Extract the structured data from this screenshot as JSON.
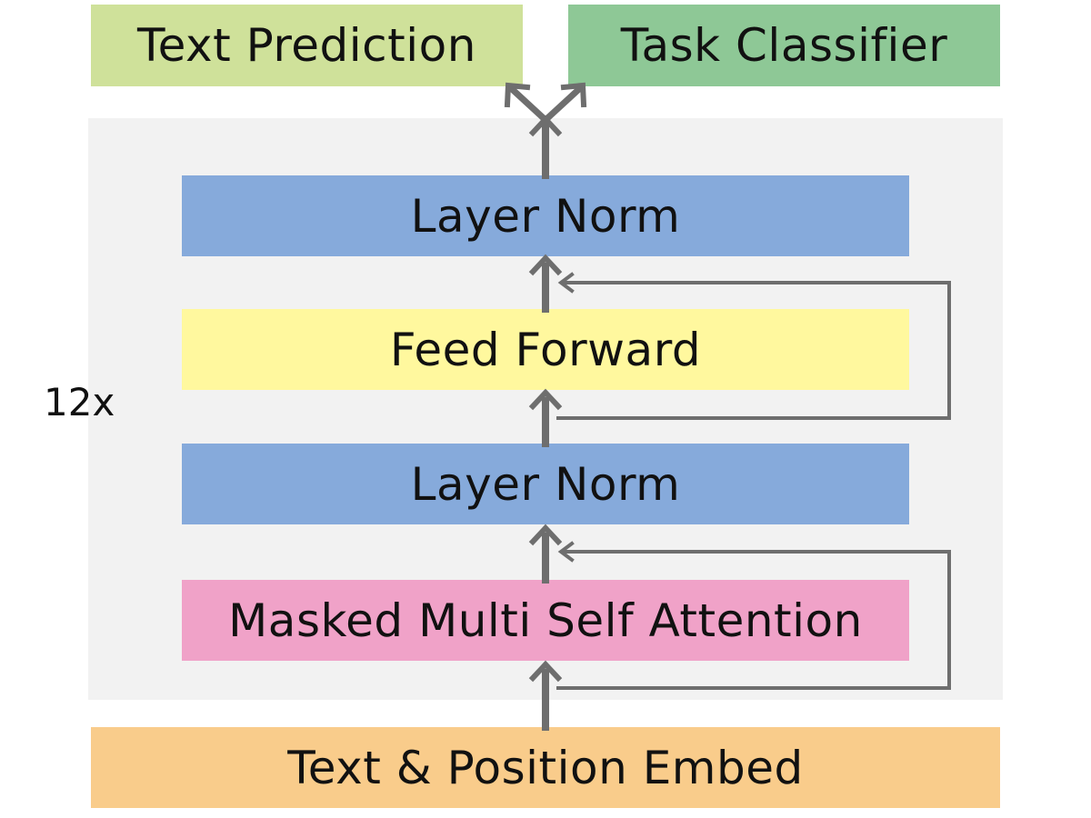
{
  "outputs": {
    "text_prediction": {
      "label": "Text Prediction",
      "color": "#cfe19a"
    },
    "task_classifier": {
      "label": "Task Classifier",
      "color": "#8ec896"
    }
  },
  "block": {
    "repeat_label": "12x",
    "background": "#f2f2f2",
    "layers": {
      "layer_norm_top": {
        "label": "Layer Norm",
        "color": "#86aadb"
      },
      "feed_forward": {
        "label": "Feed Forward",
        "color": "#fff89e"
      },
      "layer_norm_bottom": {
        "label": "Layer Norm",
        "color": "#86aadb"
      },
      "masked_attention": {
        "label": "Masked Multi Self Attention",
        "color": "#f0a2c8"
      }
    }
  },
  "input": {
    "embed": {
      "label": "Text & Position Embed",
      "color": "#f9cc8b"
    }
  },
  "arrow_color": "#6e6e6e"
}
